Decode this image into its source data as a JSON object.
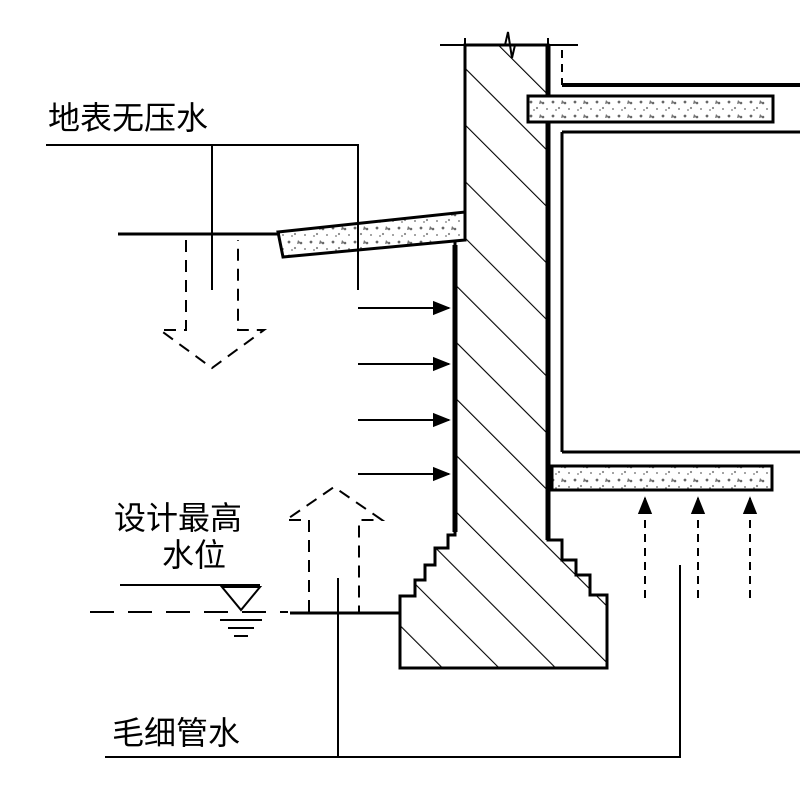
{
  "labels": {
    "surface_water": "地表无压水",
    "design_level_line1": "设计最高",
    "design_level_line2": "水位",
    "capillary_water": "毛细管水"
  },
  "colors": {
    "line": "#000000",
    "background": "#ffffff",
    "fill_speckle": "#777777"
  }
}
